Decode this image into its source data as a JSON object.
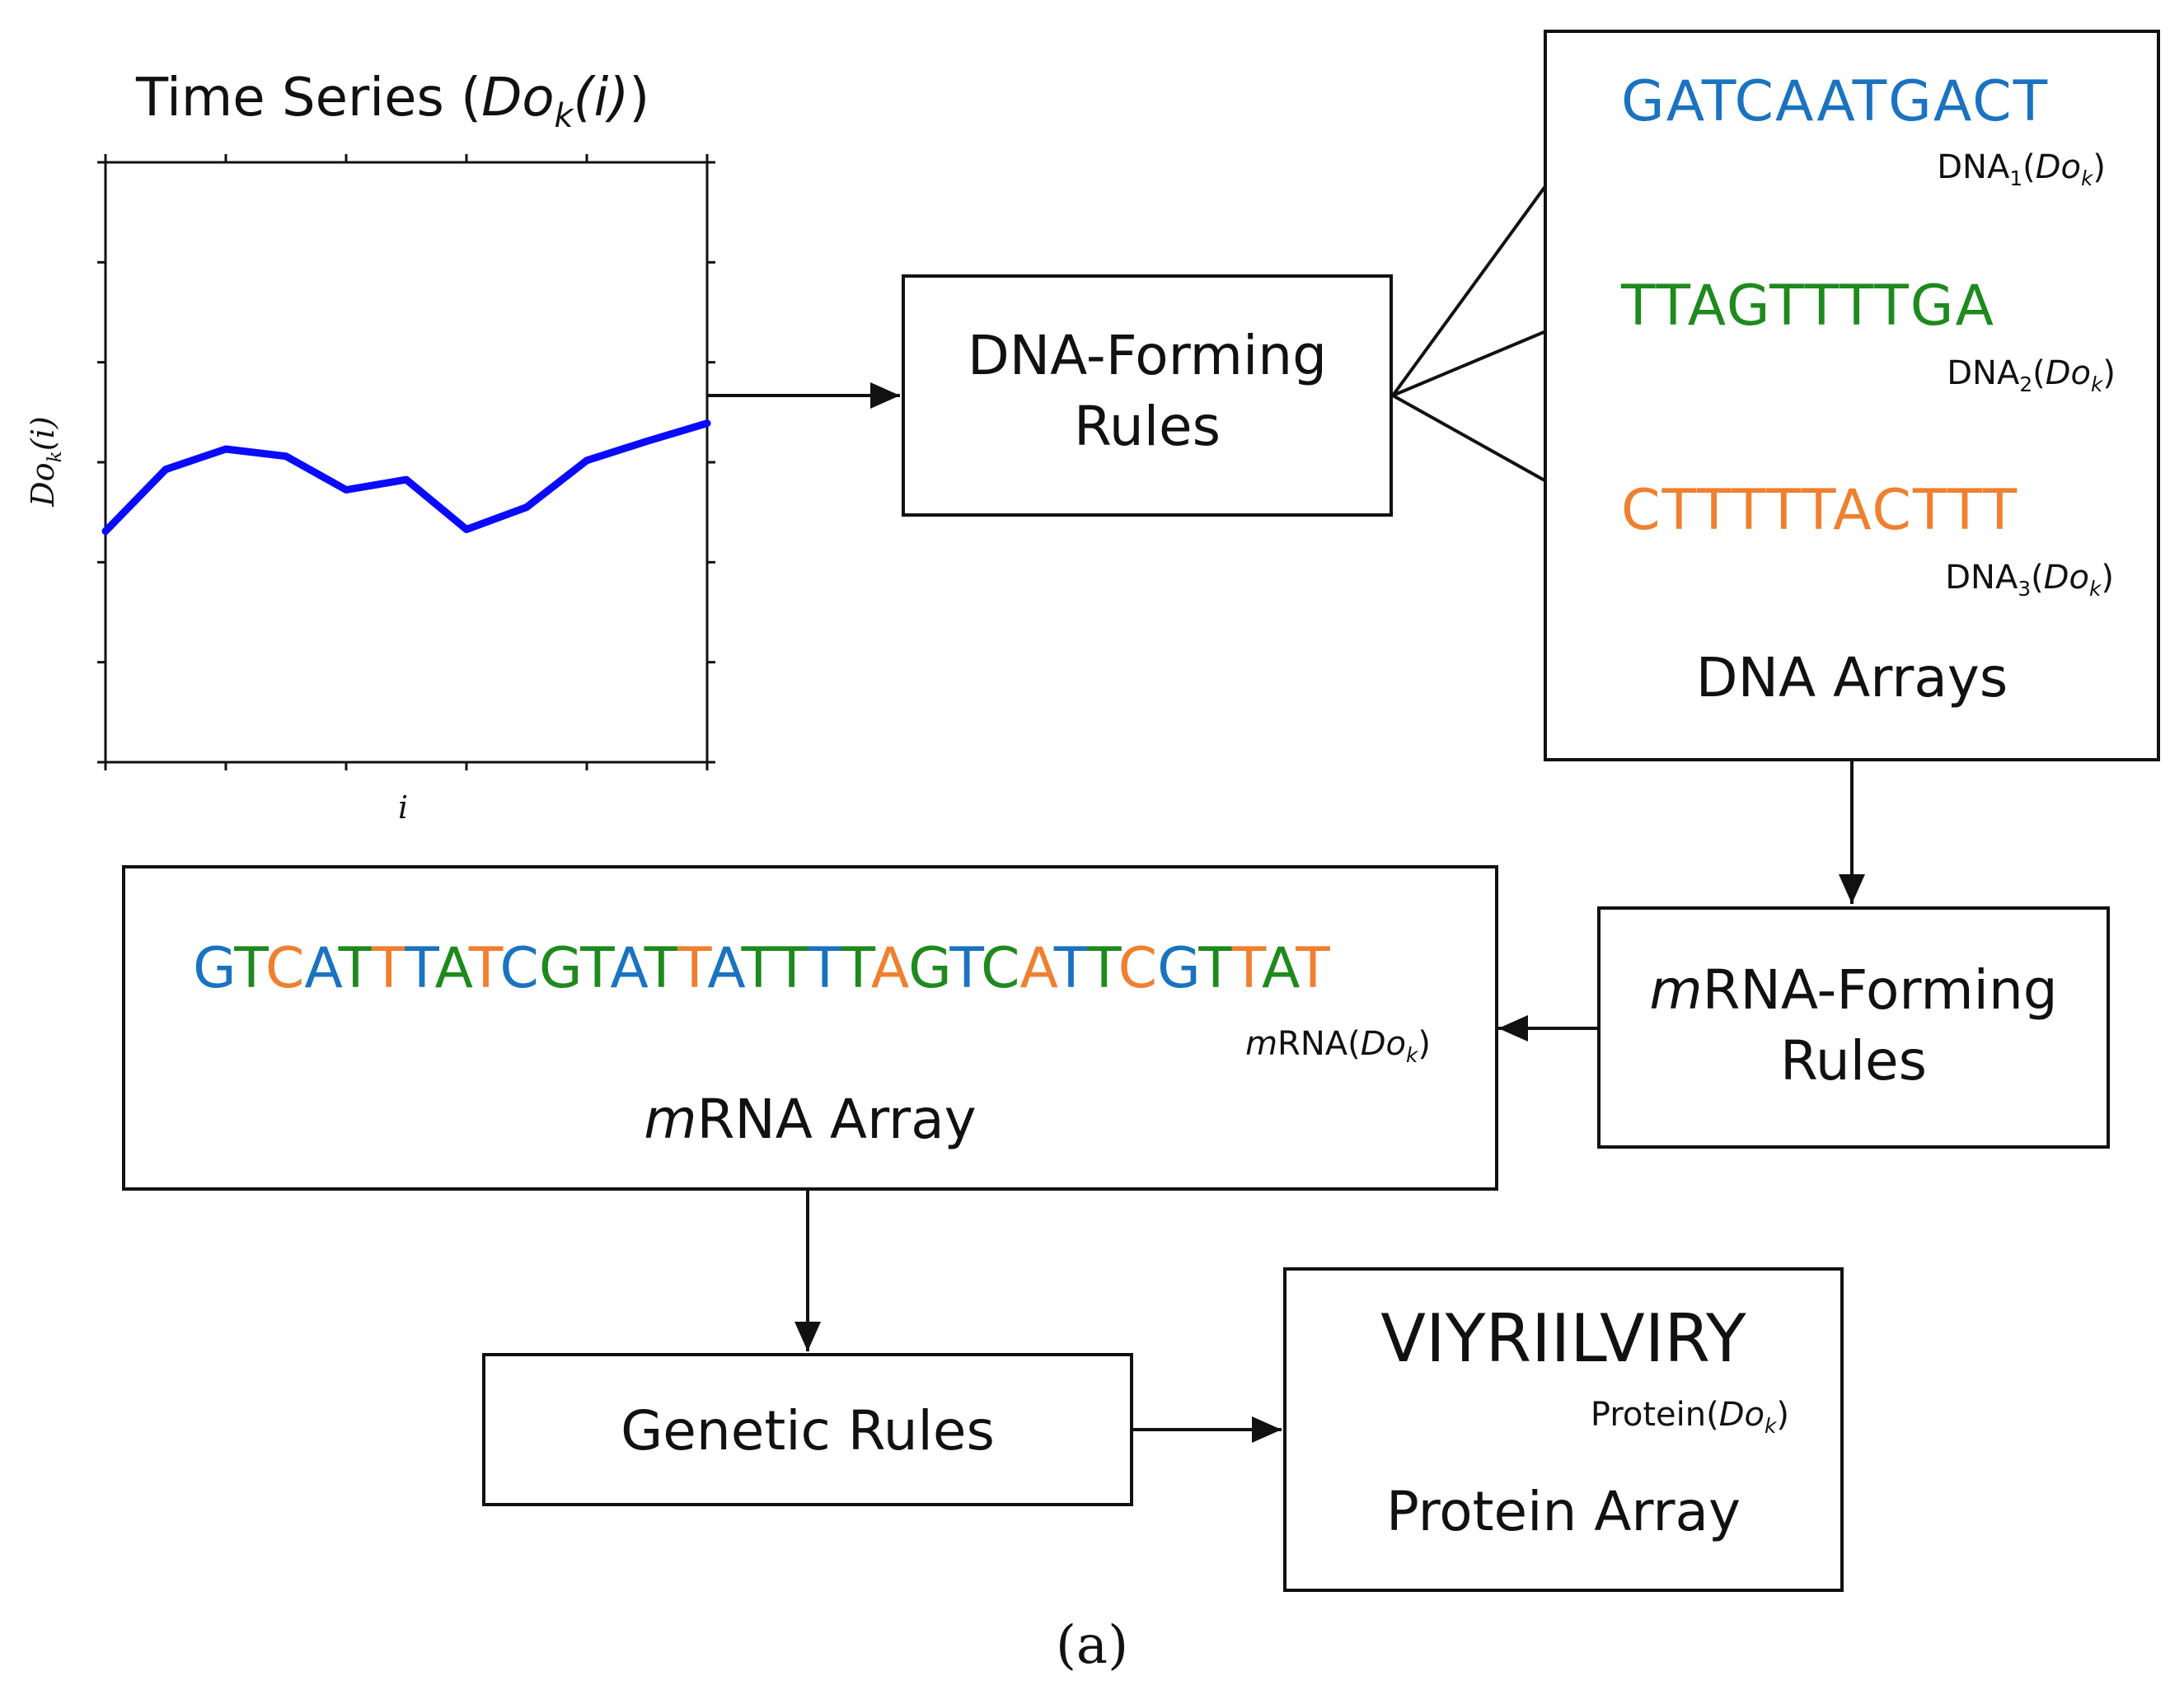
{
  "plot": {
    "title_prefix": "Time Series (",
    "title_var": "Do",
    "title_sub": "k",
    "title_arg": "(i)",
    "title_suffix": ")",
    "ylabel_var": "Do",
    "ylabel_sub": "k",
    "ylabel_arg": "(i)",
    "xlabel": "i",
    "series_color": "#0a0aff",
    "series_values": [
      0.385,
      0.488,
      0.522,
      0.51,
      0.454,
      0.471,
      0.388,
      0.425,
      0.503,
      0.535,
      0.565
    ]
  },
  "dna_rules": {
    "line1": "DNA-Forming",
    "line2": "Rules"
  },
  "dna_arrays": {
    "title": "DNA Arrays",
    "items": [
      {
        "seq": "GATCAATGACT",
        "color": "#1a73c0",
        "label_pre": "DNA",
        "label_idx": "1",
        "label_var": "Do",
        "label_sub": "k"
      },
      {
        "seq": "TTAGTTTTGA",
        "color": "#1e8a1e",
        "label_pre": "DNA",
        "label_idx": "2",
        "label_var": "Do",
        "label_sub": "k"
      },
      {
        "seq": "CTTTTTACTTT",
        "color": "#f07f2f",
        "label_pre": "DNA",
        "label_idx": "3",
        "label_var": "Do",
        "label_sub": "k"
      }
    ]
  },
  "mrna_rules": {
    "line1_italic": "m",
    "line1_rest": "RNA-Forming",
    "line2": "Rules"
  },
  "mrna_array": {
    "title_italic": "m",
    "title_rest": "RNA Array",
    "label_italic": "m",
    "label_rest": "RNA(",
    "label_var": "Do",
    "label_sub": "k",
    "sequence": "GTCATTTATCGTATTATTTTAGTCATTCGTTAT",
    "letter_colors": [
      "#1a73c0",
      "#1e8a1e",
      "#f07f2f",
      "#1a73c0",
      "#1e8a1e",
      "#f07f2f",
      "#1a73c0",
      "#1e8a1e",
      "#f07f2f",
      "#1a73c0",
      "#1e8a1e",
      "#1e8a1e",
      "#1a73c0",
      "#1e8a1e",
      "#f07f2f",
      "#1a73c0",
      "#1e8a1e",
      "#1e8a1e",
      "#1a73c0",
      "#1e8a1e",
      "#f07f2f",
      "#1e8a1e",
      "#1a73c0",
      "#1e8a1e",
      "#f07f2f",
      "#1a73c0",
      "#1e8a1e",
      "#f07f2f",
      "#1a73c0",
      "#1e8a1e",
      "#f07f2f",
      "#1e8a1e",
      "#f07f2f"
    ]
  },
  "genetic_rules": {
    "label": "Genetic Rules"
  },
  "protein": {
    "sequence": "VIYRIILVIRY",
    "label_pre": "Protein(",
    "label_var": "Do",
    "label_sub": "k",
    "title": "Protein Array"
  },
  "caption": "(a)"
}
